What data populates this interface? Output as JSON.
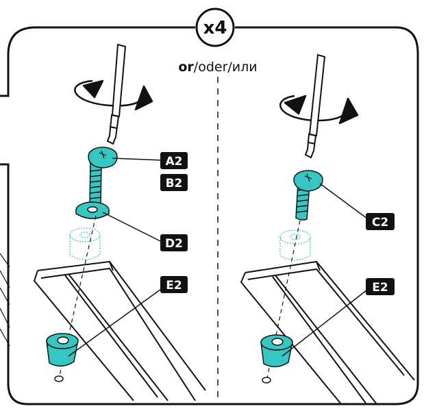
{
  "quantity": "x4",
  "alternative": {
    "or": "or",
    "separator": "/",
    "oder": "oder",
    "ili": "или"
  },
  "colors": {
    "teal": "#36c7c2",
    "line": "#111111",
    "tag_bg": "#111111",
    "tag_fg": "#ffffff"
  },
  "left_panel": {
    "screw_labels": [
      "A2",
      "B2"
    ],
    "washer_label": "D2",
    "insert_label": "E2"
  },
  "right_panel": {
    "screw_label": "C2",
    "insert_label": "E2"
  }
}
